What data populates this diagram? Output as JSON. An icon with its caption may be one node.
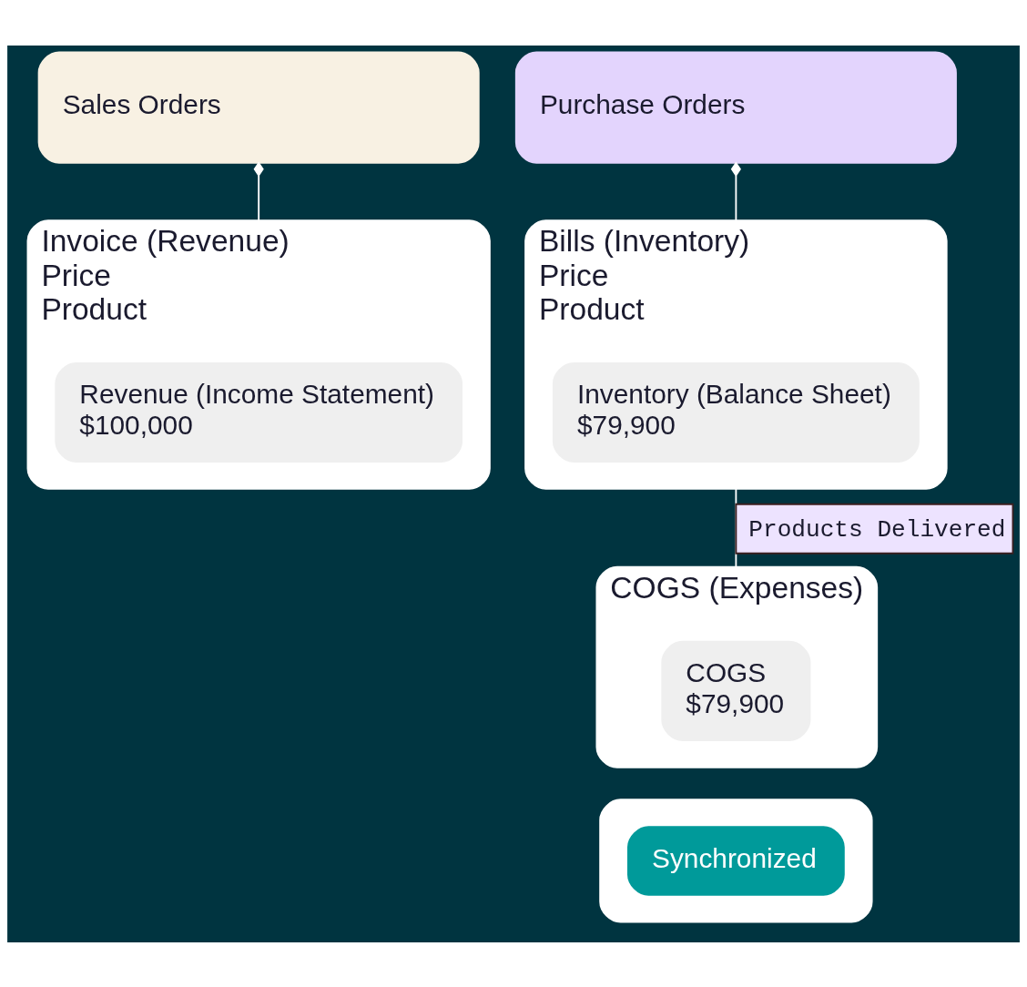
{
  "diagram": {
    "nodes": [
      {
        "text": [
          "Sales Orders"
        ]
      },
      {
        "text": [
          "Purchase Orders"
        ]
      },
      {
        "text": [
          "Invoice (Revenue)",
          "Price",
          "Product"
        ]
      },
      {
        "text": [
          "Revenue (Income Statement)",
          "$100,000"
        ],
        "in": 2
      },
      {
        "text": [
          "Bills (Inventory)",
          "Price",
          "Product"
        ]
      },
      {
        "text": [
          "Inventory (Balance Sheet)",
          "$79,900"
        ],
        "in": 4
      },
      {
        "text": [
          "COGS (Expenses)"
        ]
      },
      {
        "text": [
          "COGS",
          "$79,900"
        ],
        "in": 6
      },
      {
        "text": [],
        "shape": "box"
      },
      {
        "text": [
          "Synchronized"
        ],
        "in": 8
      }
    ],
    "edges": [
      {
        "from": 0,
        "to": 2,
        "arrow": "other"
      },
      {
        "from": 1,
        "to": 4,
        "arrow": "other"
      },
      {
        "from": 4,
        "to": 6,
        "label": "Products Delivered",
        "arrow": "none"
      }
    ]
  }
}
